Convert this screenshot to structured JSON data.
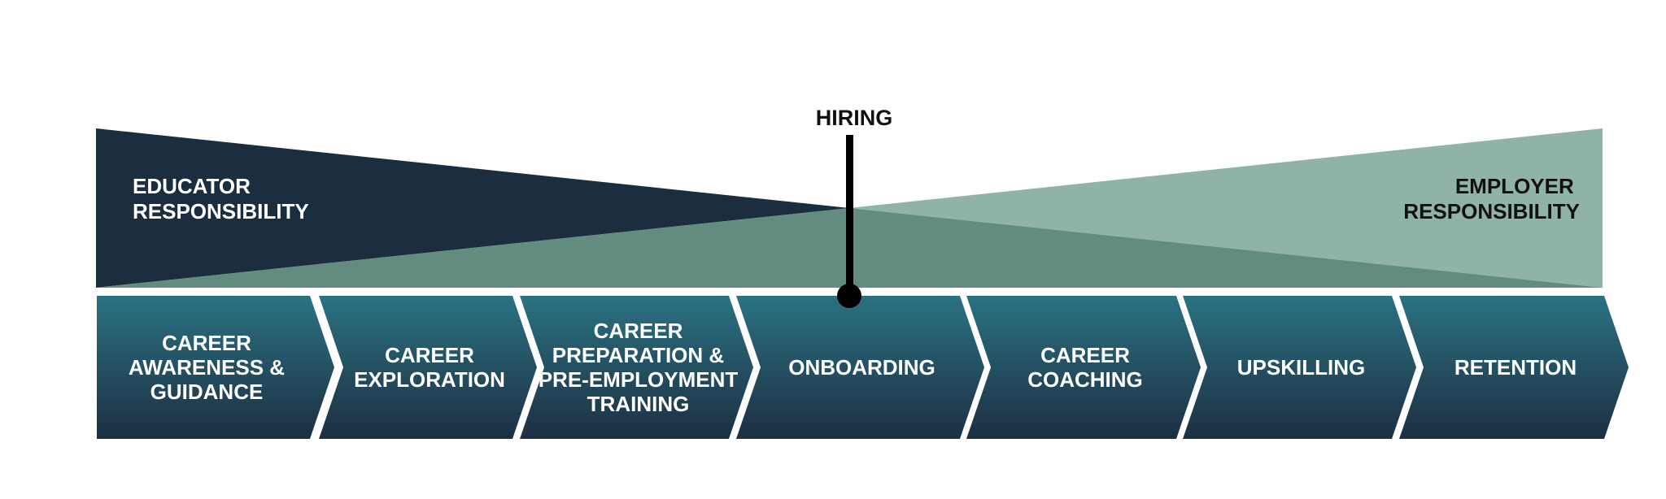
{
  "responsibility": {
    "educator": {
      "lines": [
        "EDUCATOR",
        "RESPONSIBILITY"
      ],
      "color": "#1b2e40"
    },
    "employer": {
      "lines": [
        "EMPLOYER",
        "RESPONSIBILITY"
      ],
      "color": "#8fb3a4"
    },
    "overlap_color": "#618c7e"
  },
  "marker": {
    "label": "HIRING",
    "color": "#000000"
  },
  "stages": [
    {
      "id": "career-awareness",
      "lines": [
        "CAREER",
        "AWARENESS &",
        "GUIDANCE"
      ]
    },
    {
      "id": "career-exploration",
      "lines": [
        "CAREER",
        "EXPLORATION"
      ]
    },
    {
      "id": "career-preparation",
      "lines": [
        "CAREER",
        "PREPARATION &",
        "PRE-EMPLOYMENT",
        "TRAINING"
      ]
    },
    {
      "id": "onboarding",
      "lines": [
        "ONBOARDING"
      ]
    },
    {
      "id": "career-coaching",
      "lines": [
        "CAREER",
        "COACHING"
      ]
    },
    {
      "id": "upskilling",
      "lines": [
        "UPSKILLING"
      ]
    },
    {
      "id": "retention",
      "lines": [
        "RETENTION"
      ]
    }
  ],
  "stage_gradient": {
    "top": "#2a7282",
    "bottom": "#1d2f42"
  }
}
